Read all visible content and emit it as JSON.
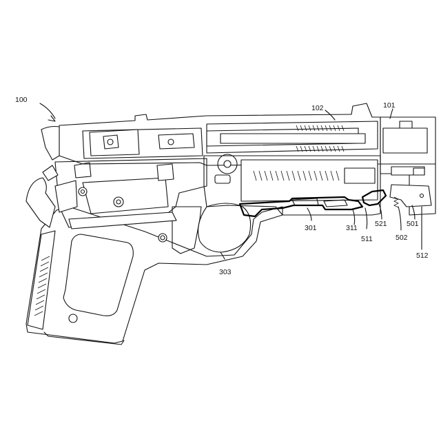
{
  "labels": {
    "l100": "100",
    "l101": "101",
    "l102": "102",
    "l301": "301",
    "l303": "303",
    "l311": "311",
    "l511": "511",
    "l521": "521",
    "l501": "501",
    "l502": "502",
    "l512": "512"
  }
}
